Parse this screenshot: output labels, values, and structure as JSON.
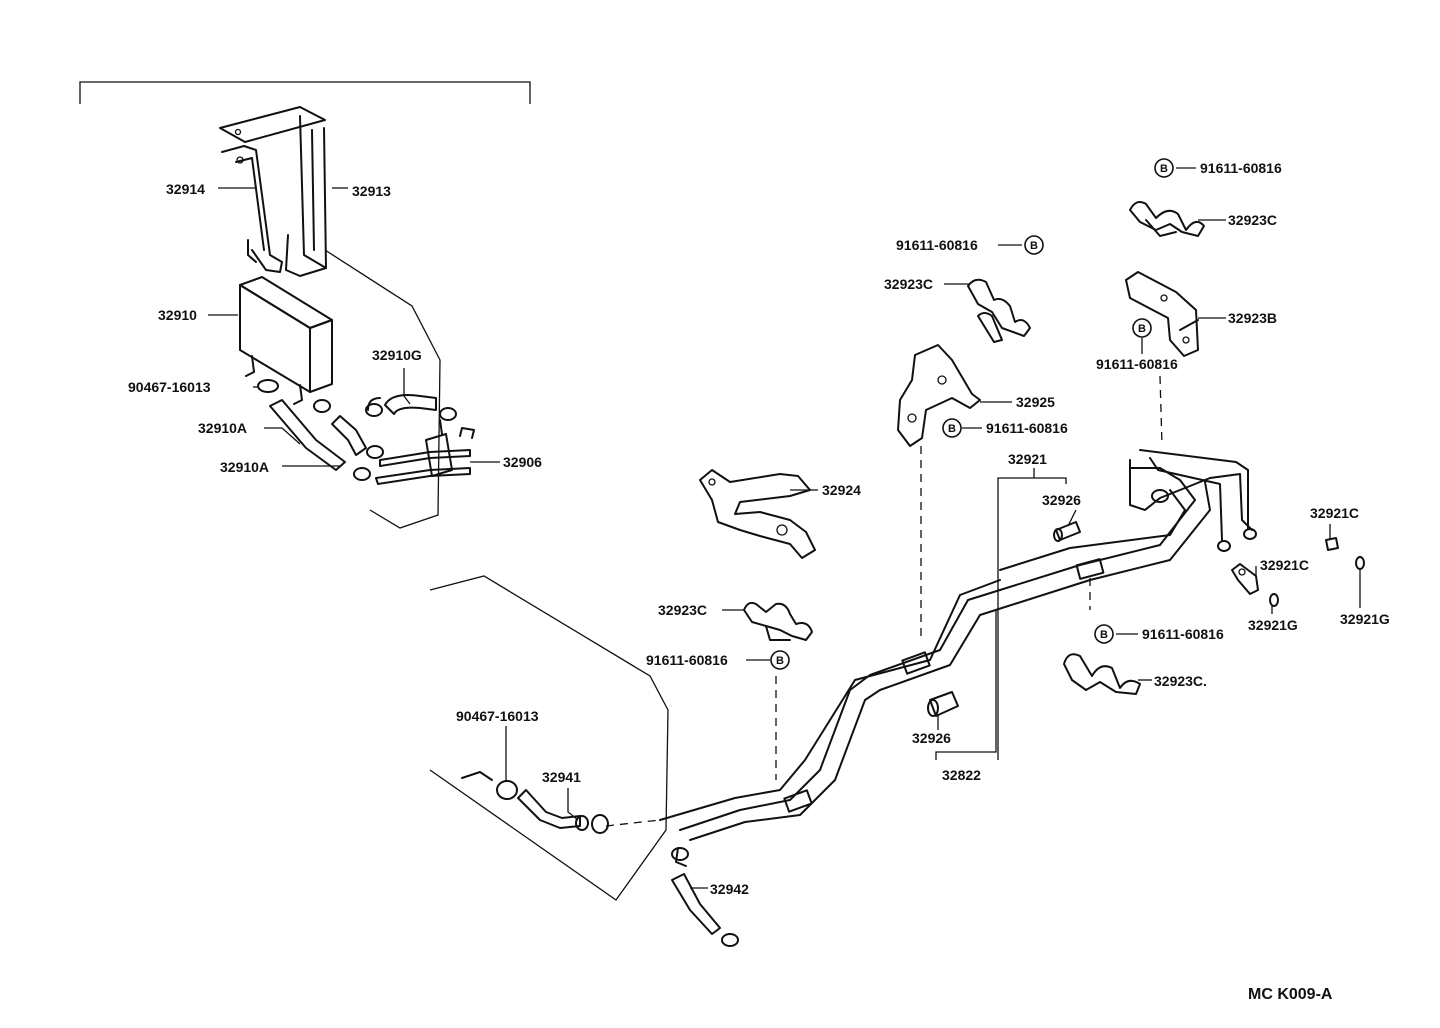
{
  "diagram_code": "MC K009-A",
  "bolt_symbol": "B",
  "labels": {
    "p32914": "32914",
    "p32913": "32913",
    "p32910": "32910",
    "p90467_top": "90467-16013",
    "p32910G": "32910G",
    "p32910A_1": "32910A",
    "p32910A_2": "32910A",
    "p32906": "32906",
    "p32924": "32924",
    "p91611_a": "91611-60816",
    "p32923C_a": "32923C",
    "p32925": "32925",
    "p91611_b": "91611-60816",
    "p91611_c": "91611-60816",
    "p32923C_b": "32923C",
    "p32923B": "32923B",
    "p91611_d": "91611-60816",
    "p32921": "32921",
    "p32926_a": "32926",
    "p32921C_a": "32921C",
    "p32921C_b": "32921C",
    "p32921G_a": "32921G",
    "p32921G_b": "32921G",
    "p91611_e": "91611-60816",
    "p32923C_c": "32923C.",
    "p32926_b": "32926",
    "p32822": "32822",
    "p32923C_d": "32923C",
    "p91611_f": "91611-60816",
    "p90467_bottom": "90467-16013",
    "p32941": "32941",
    "p32942": "32942"
  }
}
